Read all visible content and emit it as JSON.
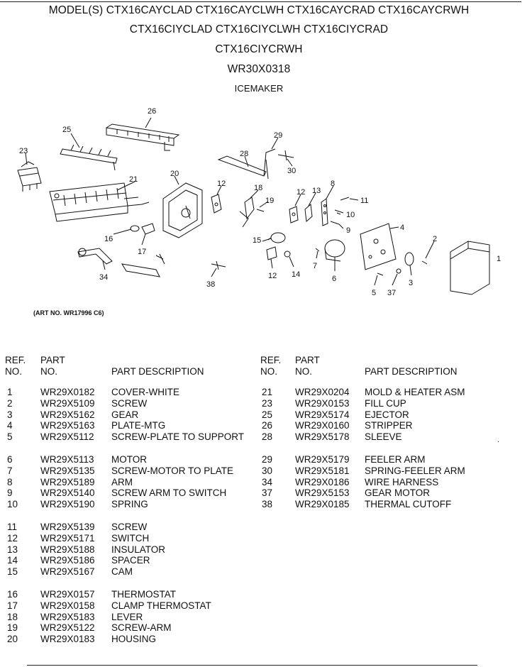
{
  "header": {
    "line1": "MODEL(S) CTX16CAYCLAD CTX16CAYCLWH CTX16CAYCRAD CTX16CAYCRWH",
    "line2": "CTX16CIYCLAD CTX16CIYCLWH CTX16CIYCRAD",
    "line3": "CTX16CIYCRWH",
    "line4": "WR30X0318",
    "line5": "ICEMAKER"
  },
  "diagram": {
    "art_no": "(ART NO. WR17996 C6)",
    "callouts": [
      "26",
      "25",
      "23",
      "29",
      "28",
      "30",
      "21",
      "20",
      "12",
      "18",
      "19",
      "12",
      "13",
      "8",
      "11",
      "10",
      "9",
      "4",
      "2",
      "1",
      "16",
      "17",
      "15",
      "34",
      "38",
      "12",
      "14",
      "7",
      "6",
      "5",
      "37",
      "3"
    ]
  },
  "table_headers": {
    "ref": "REF.",
    "no": "NO.",
    "part": "PART",
    "part_no": "NO.",
    "description": "PART DESCRIPTION"
  },
  "left_groups": [
    [
      {
        "ref": "1",
        "part": "WR29X0182",
        "desc": "COVER-WHITE"
      },
      {
        "ref": "2",
        "part": "WR29X5109",
        "desc": "SCREW"
      },
      {
        "ref": "3",
        "part": "WR29X5162",
        "desc": "GEAR"
      },
      {
        "ref": "4",
        "part": "WR29X5163",
        "desc": "PLATE-MTG"
      },
      {
        "ref": "5",
        "part": "WR29X5112",
        "desc": "SCREW-PLATE TO SUPPORT"
      }
    ],
    [
      {
        "ref": "6",
        "part": "WR29X5113",
        "desc": "MOTOR"
      },
      {
        "ref": "7",
        "part": "WR29X5135",
        "desc": "SCREW-MOTOR TO PLATE"
      },
      {
        "ref": "8",
        "part": "WR29X5189",
        "desc": "ARM"
      },
      {
        "ref": "9",
        "part": "WR29X5140",
        "desc": "SCREW ARM TO SWITCH"
      },
      {
        "ref": "10",
        "part": "WR29X5190",
        "desc": "SPRING"
      }
    ],
    [
      {
        "ref": "11",
        "part": "WR29X5139",
        "desc": "SCREW"
      },
      {
        "ref": "12",
        "part": "WR29X5171",
        "desc": "SWITCH"
      },
      {
        "ref": "13",
        "part": "WR29X5188",
        "desc": "INSULATOR"
      },
      {
        "ref": "14",
        "part": "WR29X5186",
        "desc": "SPACER"
      },
      {
        "ref": "15",
        "part": "WR29X5167",
        "desc": "CAM"
      }
    ],
    [
      {
        "ref": "16",
        "part": "WR29X0157",
        "desc": "THERMOSTAT"
      },
      {
        "ref": "17",
        "part": "WR29X0158",
        "desc": "CLAMP THERMOSTAT"
      },
      {
        "ref": "18",
        "part": "WR29X5183",
        "desc": "LEVER"
      },
      {
        "ref": "19",
        "part": "WR29X5122",
        "desc": "SCREW-ARM"
      },
      {
        "ref": "20",
        "part": "WR29X0183",
        "desc": "HOUSING"
      }
    ]
  ],
  "right_groups": [
    [
      {
        "ref": "21",
        "part": "WR29X0204",
        "desc": "MOLD & HEATER ASM"
      },
      {
        "ref": "23",
        "part": "WR29X0153",
        "desc": "FILL CUP"
      },
      {
        "ref": "25",
        "part": "WR29X5174",
        "desc": "EJECTOR"
      },
      {
        "ref": "26",
        "part": "WR29X0160",
        "desc": "STRIPPER"
      },
      {
        "ref": "28",
        "part": "WR29X5178",
        "desc": "SLEEVE"
      }
    ],
    [
      {
        "ref": "29",
        "part": "WR29X5179",
        "desc": "FEELER ARM"
      },
      {
        "ref": "30",
        "part": "WR29X5181",
        "desc": "SPRING-FEELER ARM"
      },
      {
        "ref": "34",
        "part": "WR29X0186",
        "desc": "WIRE HARNESS"
      },
      {
        "ref": "37",
        "part": "WR29X5153",
        "desc": "GEAR MOTOR"
      },
      {
        "ref": "38",
        "part": "WR29X0185",
        "desc": "THERMAL CUTOFF"
      }
    ]
  ]
}
